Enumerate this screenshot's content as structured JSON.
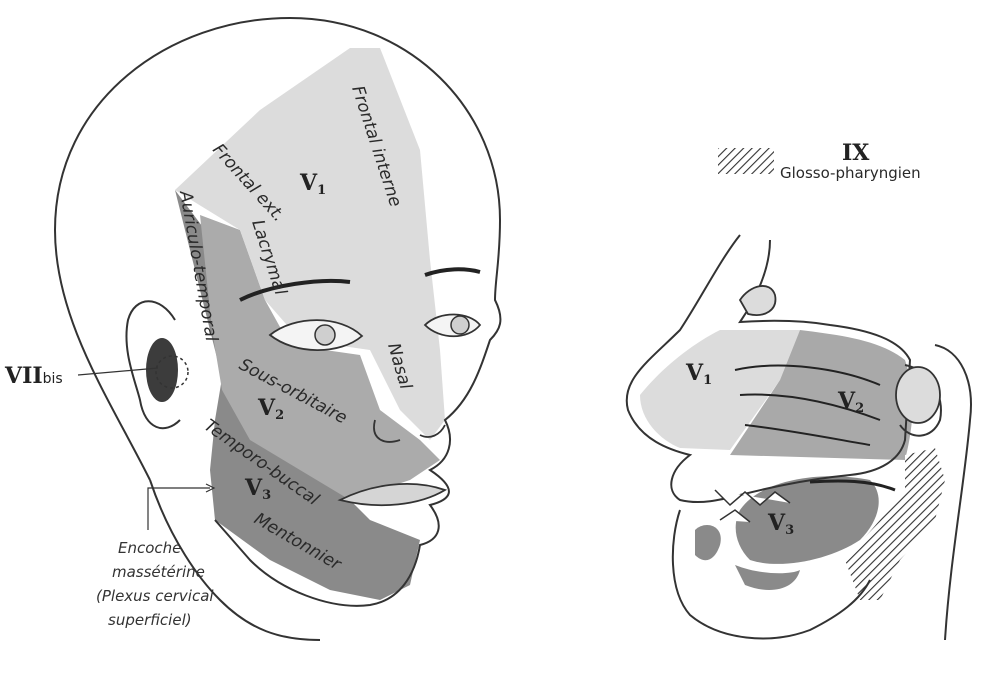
{
  "face": {
    "labels": {
      "v1": "V",
      "v1_sub": "1",
      "v2": "V",
      "v2_sub": "2",
      "v3": "V",
      "v3_sub": "3",
      "frontal_interne": "Frontal interne",
      "frontal_ext": "Frontal ext.",
      "lacrymal": "Lacrymal",
      "auriculo_temporal": "Auriculo-temporal",
      "sous_orbitaire": "Sous-orbitaire",
      "nasal": "Nasal",
      "temporo_buccal": "Temporo-buccal",
      "mentonnier": "Mentonnier",
      "vii": "VII",
      "vii_bis": "bis"
    },
    "caption_lines": [
      "Encoche",
      "massétérine",
      "(Plexus cervical",
      "superficiel)"
    ]
  },
  "sagittal": {
    "legend_numeral": "IX",
    "legend_label": "Glosso-pharyngien",
    "labels": {
      "v1": "V",
      "v1_sub": "1",
      "v2": "V",
      "v2_sub": "2",
      "v3": "V",
      "v3_sub": "3"
    }
  },
  "colors": {
    "v1_zone": "#d9d9d9",
    "v2_zone": "#a9a9a9",
    "v3_zone": "#7f7f7f",
    "vii_zone": "#3a3a3a",
    "outline": "#333333"
  }
}
